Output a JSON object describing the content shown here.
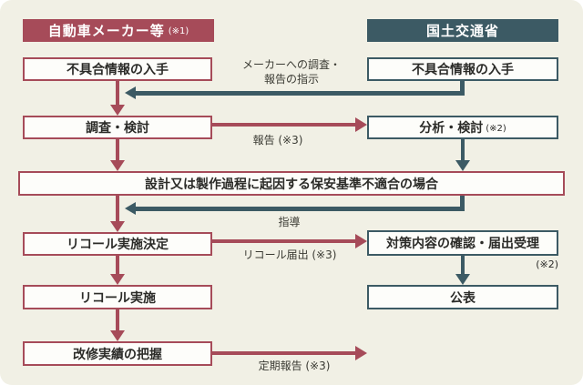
{
  "diagram": {
    "maker_header": {
      "title": "自動車メーカー等",
      "note": "(※1)"
    },
    "mlit_header": {
      "title": "国土交通省"
    },
    "maker_boxes": {
      "obtain_info": "不具合情報の入手",
      "investigate": "調査・検討",
      "decide_recall": "リコール実施決定",
      "implement_recall": "リコール実施",
      "track_repairs": "改修実績の把握"
    },
    "mlit_boxes": {
      "obtain_info": "不具合情報の入手",
      "analyze": "分析・検討",
      "analyze_note": "(※2)",
      "confirm": "対策内容の確認・届出受理",
      "confirm_note": "(※2)",
      "publish": "公表"
    },
    "condition_box": "設計又は製作過程に起因する保安基準不適合の場合",
    "arrow_labels": {
      "instruction_line1": "メーカーへの調査・",
      "instruction_line2": "報告の指示",
      "report": "報告 (※3)",
      "guidance": "指導",
      "recall_filing": "リコール届出 (※3)",
      "periodic_report": "定期報告 (※3)"
    },
    "colors": {
      "maker_accent": "#a64b59",
      "mlit_accent": "#3c5a64",
      "background": "#f1f0e5"
    }
  }
}
